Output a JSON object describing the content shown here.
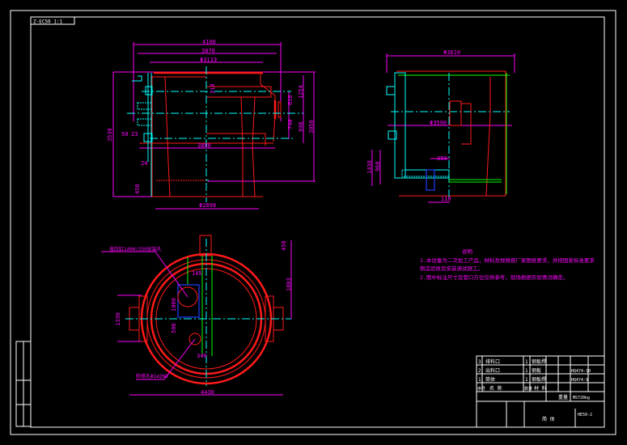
{
  "title_tag": "Z-ЕС50 1:1",
  "front_view": {
    "dims": [
      "4100",
      "3870",
      "Φ3119",
      "3530",
      "1254",
      "3050",
      "618",
      "740",
      "940",
      "310",
      "3800",
      "24",
      "450",
      "Φ2898",
      "50",
      "23"
    ]
  },
  "side_view": {
    "dims": [
      "Φ3610",
      "Φ3590",
      "350",
      "1430",
      "960",
      "110"
    ]
  },
  "plan_view": {
    "dims": [
      "450",
      "1803",
      "145",
      "1000",
      "500",
      "1330",
      "340",
      "4430"
    ],
    "callouts": [
      "液压缸1400/250安装孔",
      "检修孔Φ1ø260"
    ]
  },
  "notes": {
    "heading": "说明",
    "lines": [
      "1.本设备为二次加工产品，材料及规格按厂家图纸要求，并按国家标准要求",
      "  制造验收及安装调试施工。",
      "2.图中标注尺寸及管口方位仅供参考，现场根据实际情况确定。"
    ]
  },
  "title_block": {
    "rows": [
      [
        "3",
        "排料口",
        "1",
        "钢板焊"
      ],
      [
        "2",
        "出料口",
        "1",
        "钢板"
      ],
      [
        "1",
        "筒体",
        "1",
        "钢板焊"
      ]
    ],
    "header": [
      "序号",
      "名 称",
      "数量",
      "材 料"
    ],
    "code1": "HQ474-10",
    "code2": "HQ474-9",
    "weight_label": "重量",
    "weight": "MS720kg",
    "drawing_title": "简 体",
    "drawing_no": "HE50-2"
  },
  "colors": {
    "outline": "#ff1a1a",
    "dimension": "#ff00ff",
    "centerline": "#00ffff",
    "hidden": "#00ff00",
    "border": "#ffffff"
  }
}
